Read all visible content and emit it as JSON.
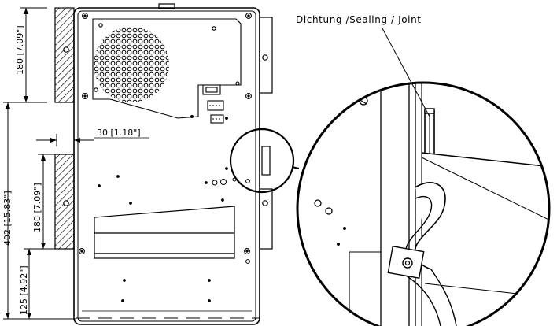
{
  "callout": {
    "seal_label": "Dichtung /Sealing / Joint"
  },
  "dimensions": {
    "top_bracket_height": "180 [7.09\"]",
    "flange_width": "30 [1.18\"]",
    "mount_pitch": "402 [15.83\"]",
    "mid_bracket_height": "180 [7.09\"]",
    "bottom_offset": "125 [4.92\"]"
  },
  "colors": {
    "line": "#000000",
    "background": "#ffffff"
  }
}
